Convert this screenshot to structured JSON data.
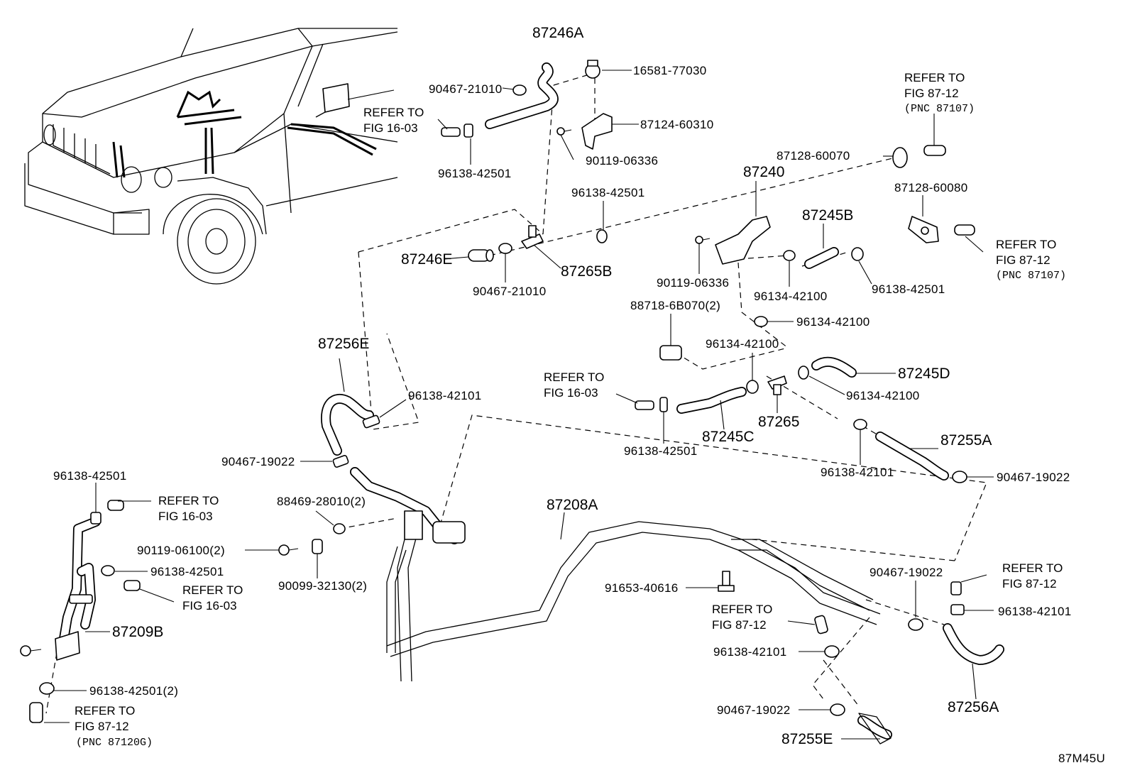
{
  "labels": {
    "p87246A": "87246A",
    "p16581_77030": "16581-77030",
    "p90467_21010_top": "90467-21010",
    "p87124_60310": "87124-60310",
    "p96138_42501_top": "96138-42501",
    "p90119_06336_top": "90119-06336",
    "p96138_42501_mid": "96138-42501",
    "p87246E": "87246E",
    "p87265B": "87265B",
    "p90467_21010_mid": "90467-21010",
    "p87128_60070": "87128-60070",
    "p87240": "87240",
    "p87245B": "87245B",
    "p87128_60080": "87128-60080",
    "p90119_06336_mid": "90119-06336",
    "p96134_42100_a": "96134-42100",
    "p96138_42501_right": "96138-42501",
    "p88718_6B070": "88718-6B070(2)",
    "p96134_42100_b": "96134-42100",
    "p96134_42100_c": "96134-42100",
    "p87245D": "87245D",
    "p96134_42100_d": "96134-42100",
    "p87256E": "87256E",
    "p96138_42101_a": "96138-42101",
    "p87265": "87265",
    "p87245C": "87245C",
    "p96138_42501_c": "96138-42501",
    "p87255A": "87255A",
    "p96138_42101_b": "96138-42101",
    "p90467_19022_a": "90467-19022",
    "p90467_19022_b": "90467-19022",
    "p96138_42501_left1": "96138-42501",
    "p88469_28010": "88469-28010(2)",
    "p90119_06100": "90119-06100(2)",
    "p90099_32130": "90099-32130(2)",
    "p87208A": "87208A",
    "p96138_42501_left2": "96138-42501",
    "p87209B": "87209B",
    "p96138_42501_2": "96138-42501(2)",
    "p91653_40616": "91653-40616",
    "p90467_19022_c": "90467-19022",
    "p96138_42101_c": "96138-42101",
    "p96138_42101_d": "96138-42101",
    "p90467_19022_d": "90467-19022",
    "p87255E": "87255E",
    "p87256A": "87256A",
    "diagram_code": "87M45U"
  },
  "refs": {
    "refer_to": "REFER TO",
    "fig_16_03": "FIG 16-03",
    "fig_87_12": "FIG 87-12",
    "pnc_87107": "(PNC 87107)",
    "pnc_87120G": "(PNC 87120G)"
  }
}
